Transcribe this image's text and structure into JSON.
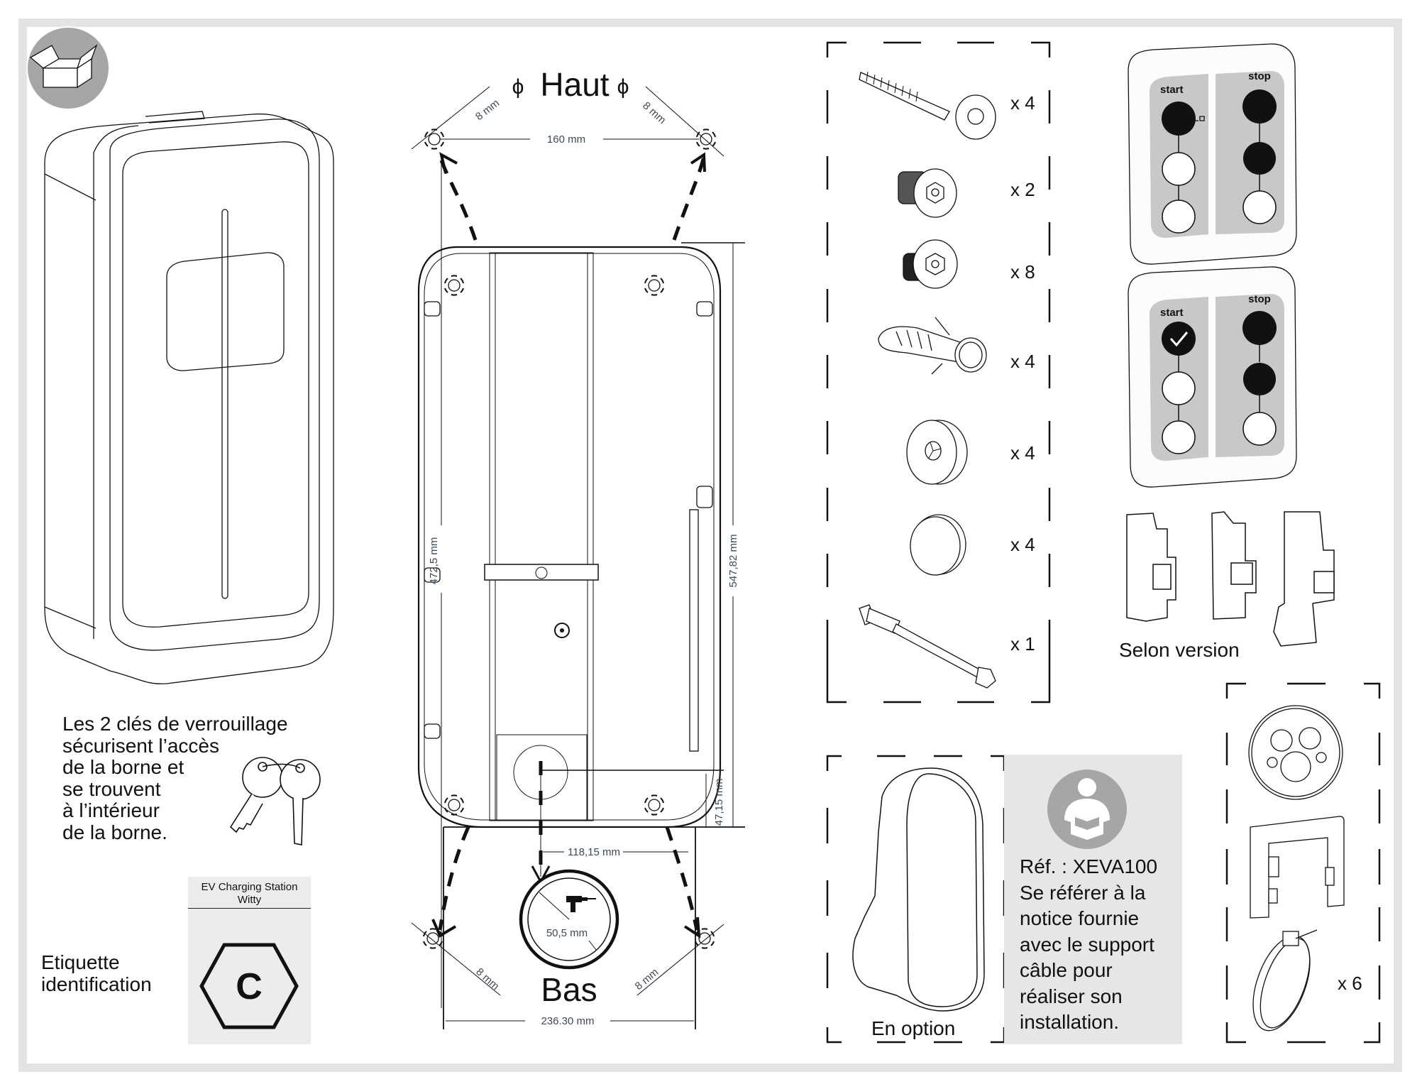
{
  "page": {
    "title": "Contenu du carton - Borne de recharge Witty",
    "icons": {
      "box": "open-box-icon",
      "reader": "read-manual-icon",
      "drill": "drill-icon"
    },
    "colors": {
      "frame": "#e3e3e3",
      "icon_circle": "#a6a6a6",
      "panel_gray": "#c8c8c8",
      "note_bg": "#e6e6e6",
      "label_bg": "#ececec"
    }
  },
  "keys": {
    "text": "Les 2 clés de verrouillage\nsécurisent l’accès\nde la borne et\nse trouvent\nà l’intérieur\nde la borne."
  },
  "label": {
    "caption": "Etiquette\nidentification",
    "header": "EV Charging Station\nWitty",
    "symbol": "C"
  },
  "mounting": {
    "top_label": "Haut",
    "bottom_label": "Bas",
    "phi_symbol": "ϕ",
    "dims": {
      "top_width": "160 mm",
      "top_left_hole": "8 mm",
      "top_right_hole": "8 mm",
      "left_height": "472,5 mm",
      "right_height": "547,82 mm",
      "bottom_offset": "47,15 mm",
      "half_width": "118,15 mm",
      "hole_diameter": "50,5 mm",
      "bottom_left_hole": "8 mm",
      "bottom_right_hole": "8 mm",
      "bottom_width": "236.30 mm"
    }
  },
  "hardware": {
    "items": [
      {
        "name": "wood-screw",
        "qty": "x 4"
      },
      {
        "name": "security-screw-long",
        "qty": "x 2"
      },
      {
        "name": "security-screw-short",
        "qty": "x 8"
      },
      {
        "name": "wall-plug",
        "qty": "x 4"
      },
      {
        "name": "washer",
        "qty": "x 4"
      },
      {
        "name": "cover-cap",
        "qty": "x 4"
      },
      {
        "name": "torx-bit",
        "qty": "x 1"
      }
    ]
  },
  "panels": [
    {
      "left_title": "start",
      "right_title": "stop",
      "variant": "key"
    },
    {
      "left_title": "start",
      "right_title": "stop",
      "variant": "check"
    }
  ],
  "breakers": {
    "caption": "Selon version"
  },
  "option": {
    "caption": "En option",
    "note": "Réf. : XEVA100\nSe référer à la\nnotice fournie\navec le support\ncâble pour\nréaliser son\ninstallation."
  },
  "accessories": {
    "cable_tie_qty": "x 6"
  }
}
